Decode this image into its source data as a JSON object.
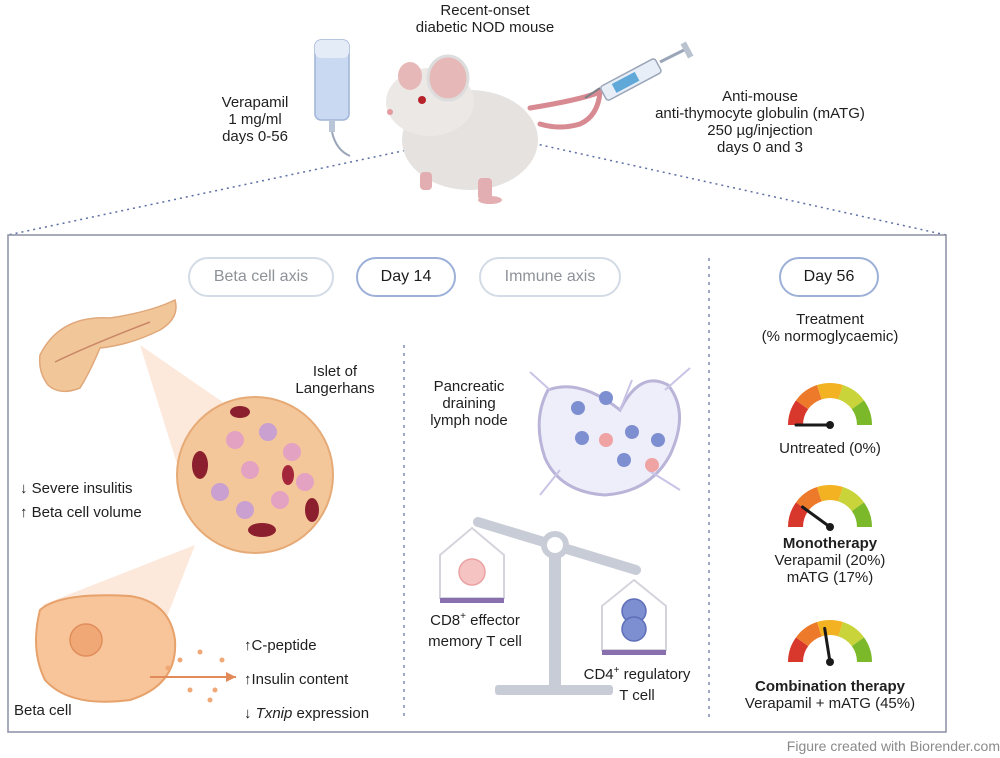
{
  "header": {
    "mouse_label": [
      "Recent-onset",
      "diabetic NOD mouse"
    ],
    "verapamil": [
      "Verapamil",
      "1 mg/ml",
      "days 0-56"
    ],
    "matg": [
      "Anti-mouse",
      "anti-thymocyte globulin (mATG)",
      "250 µg/injection",
      "days 0 and 3"
    ]
  },
  "pills": {
    "beta_axis": "Beta cell axis",
    "day14": "Day 14",
    "immune_axis": "Immune axis",
    "day56": "Day 56"
  },
  "beta_section": {
    "islet_label": [
      "Islet of",
      "Langerhans"
    ],
    "effects": [
      "↓ Severe insulitis",
      "↑ Beta cell volume"
    ],
    "beta_cell_label": "Beta cell",
    "cell_effects": {
      "c_peptide": "↑C-peptide",
      "insulin": "↑Insulin content",
      "txnip_arrow": "↓ ",
      "txnip_gene": "Txnip",
      "txnip_rest": " expression"
    }
  },
  "immune_section": {
    "lymph_label": [
      "Pancreatic",
      "draining",
      "lymph node"
    ],
    "cd8": {
      "prefix": "CD8",
      "sup": "+",
      "rest": " effector",
      "line2": "memory T cell"
    },
    "cd4": {
      "prefix": "CD4",
      "sup": "+",
      "rest": " regulatory",
      "line2": "T cell"
    }
  },
  "outcome_section": {
    "treatment_label": [
      "Treatment",
      "(% normoglycaemic)"
    ],
    "gauges": [
      {
        "title": "",
        "lines": [
          "Untreated (0%)"
        ],
        "value_pct": 0
      },
      {
        "title": "Monotherapy",
        "lines": [
          "Verapamil (20%)",
          "mATG (17%)"
        ],
        "value_pct": 20
      },
      {
        "title": "Combination therapy",
        "lines": [
          "Verapamil + mATG (45%)"
        ],
        "value_pct": 45
      }
    ],
    "gauge_colors": [
      "#d8382c",
      "#ec7a2a",
      "#f2b222",
      "#c9d33a",
      "#7cb92a"
    ]
  },
  "footer": "Figure created with Biorender.com"
}
